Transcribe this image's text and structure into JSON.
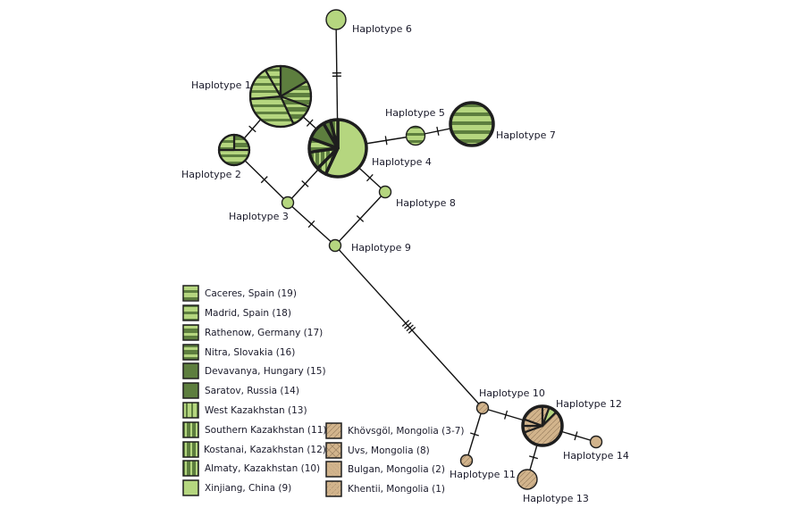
{
  "colors": {
    "light_green": "#b5d67f",
    "dark_green": "#5d7e3e",
    "tan": "#d2b48c",
    "outline": "#1e1e1e"
  },
  "legend": {
    "items": [
      {
        "label": "Caceres, Spain (19)",
        "pattern": "hstripe-light"
      },
      {
        "label": "Madrid, Spain (18)",
        "pattern": "hstripe-light2"
      },
      {
        "label": "Rathenow, Germany (17)",
        "pattern": "hstripe-dark"
      },
      {
        "label": "Nitra, Slovakia (16)",
        "pattern": "hstripe-dark2"
      },
      {
        "label": "Devavanya, Hungary (15)",
        "pattern": "solid-dark"
      },
      {
        "label": "Saratov, Russia (14)",
        "pattern": "solid-dark"
      },
      {
        "label": "West Kazakhstan (13)",
        "pattern": "vstripe-light"
      },
      {
        "label": "Southern Kazakhstan (11)",
        "pattern": "vstripe-dark"
      },
      {
        "label": "Kostanai, Kazakhstan (12)",
        "pattern": "vstripe-dark2"
      },
      {
        "label": "Almaty, Kazakhstan (10)",
        "pattern": "vstripe-dark3"
      },
      {
        "label": "Xinjiang, China (9)",
        "pattern": "solid-light"
      }
    ],
    "mongolia_items": [
      {
        "label": "Khövsgöl, Mongolia (3-7)",
        "pattern": "tan-diag"
      },
      {
        "label": "Uvs, Mongolia (8)",
        "pattern": "tan-cross"
      },
      {
        "label": "Bulgan, Mongolia (2)",
        "pattern": "tan-dot"
      },
      {
        "label": "Khentii, Mongolia (1)",
        "pattern": "tan-dash"
      }
    ]
  },
  "nodes": [
    {
      "id": "h1",
      "label": "Haplotype 1"
    },
    {
      "id": "h2",
      "label": "Haplotype 2"
    },
    {
      "id": "h3",
      "label": "Haplotype 3"
    },
    {
      "id": "h4",
      "label": "Haplotype 4"
    },
    {
      "id": "h5",
      "label": "Haplotype 5"
    },
    {
      "id": "h6",
      "label": "Haplotype 6"
    },
    {
      "id": "h7",
      "label": "Haplotype 7"
    },
    {
      "id": "h8",
      "label": "Haplotype 8"
    },
    {
      "id": "h9",
      "label": "Haplotype 9"
    },
    {
      "id": "h10",
      "label": "Haplotype 10"
    },
    {
      "id": "h11",
      "label": "Haplotype 11"
    },
    {
      "id": "h12",
      "label": "Haplotype 12"
    },
    {
      "id": "h13",
      "label": "Haplotype 13"
    },
    {
      "id": "h14",
      "label": "Haplotype 14"
    }
  ],
  "edges": [
    {
      "from": "h6",
      "to": "h4",
      "mutations": 2
    },
    {
      "from": "h1",
      "to": "h4",
      "mutations": 1
    },
    {
      "from": "h1",
      "to": "h2",
      "mutations": 1
    },
    {
      "from": "h4",
      "to": "h5",
      "mutations": 1
    },
    {
      "from": "h5",
      "to": "h7",
      "mutations": 1
    },
    {
      "from": "h2",
      "to": "h3",
      "mutations": 1
    },
    {
      "from": "h3",
      "to": "h4",
      "mutations": 1
    },
    {
      "from": "h4",
      "to": "h8",
      "mutations": 1
    },
    {
      "from": "h3",
      "to": "h9",
      "mutations": 1
    },
    {
      "from": "h8",
      "to": "h9",
      "mutations": 1
    },
    {
      "from": "h9",
      "to": "h10",
      "mutations": 4
    },
    {
      "from": "h10",
      "to": "h12",
      "mutations": 1
    },
    {
      "from": "h10",
      "to": "h11",
      "mutations": 1
    },
    {
      "from": "h12",
      "to": "h13",
      "mutations": 1
    },
    {
      "from": "h12",
      "to": "h14",
      "mutations": 1
    }
  ]
}
